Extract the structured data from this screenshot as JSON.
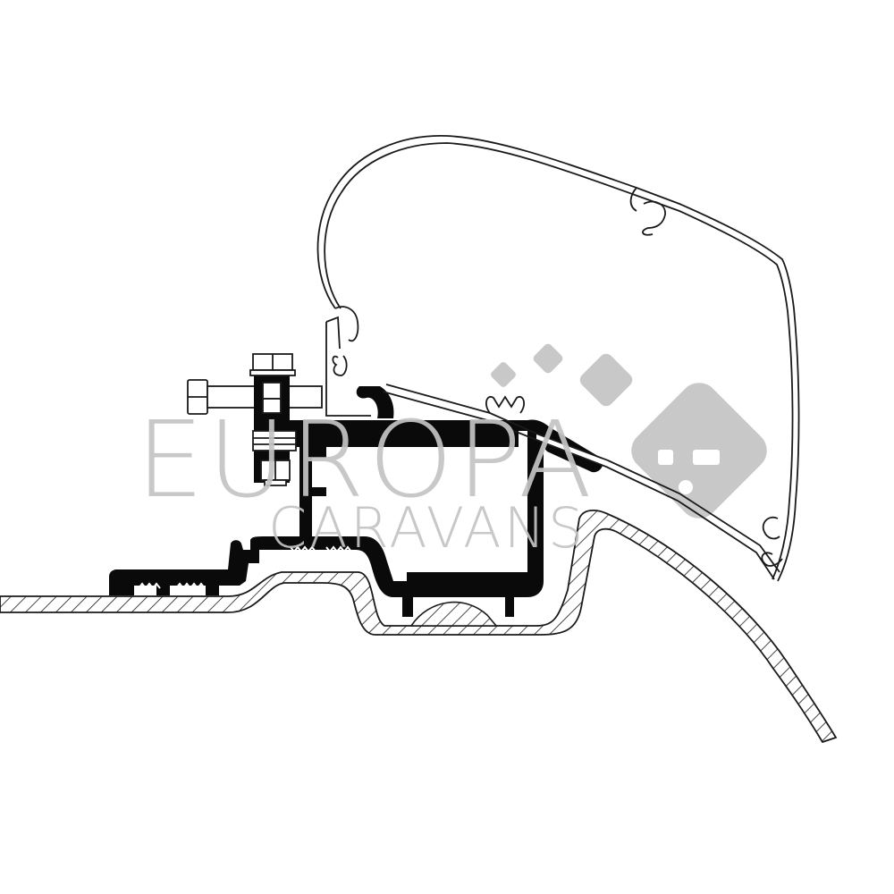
{
  "diagram": {
    "subject": "Awning adapter bracket cross-section on vehicle roof",
    "components": [
      {
        "id": "awning-case",
        "label": "Awning cassette profile"
      },
      {
        "id": "mounting-bolt",
        "label": "Mounting bolt with nut"
      },
      {
        "id": "adapter-bracket",
        "label": "Adapter rail (solid black profile)"
      },
      {
        "id": "roof-panel",
        "label": "Vehicle roof panel (hatched)"
      },
      {
        "id": "roof-curve",
        "label": "Curved roof/side panel (hatched)"
      }
    ],
    "colors": {
      "outline": "#1a1a1a",
      "solid": "#0a0a0a",
      "background": "#ffffff",
      "watermark": "#c4c4c4"
    }
  },
  "watermark": {
    "line1": "EUROPA",
    "line2": "CARAVANS",
    "logo_icon": "diamond-face-logo"
  }
}
